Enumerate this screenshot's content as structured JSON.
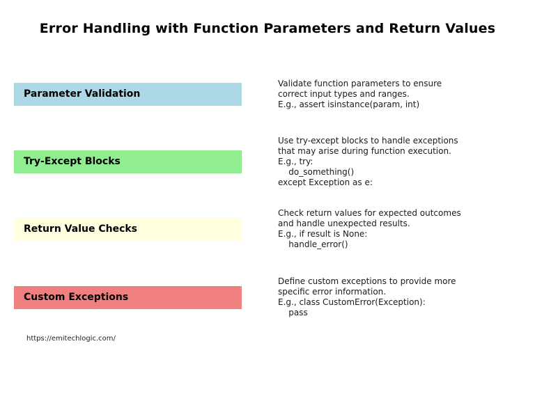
{
  "title": "Error Handling with Function Parameters and Return Values",
  "sections": [
    {
      "label": "Parameter Validation",
      "color": "#ADD8E6",
      "description": "Validate function parameters to ensure\ncorrect input types and ranges.\nE.g., assert isinstance(param, int)"
    },
    {
      "label": "Try-Except Blocks",
      "color": "#90EE90",
      "description": "Use try-except blocks to handle exceptions\nthat may arise during function execution.\nE.g., try:\n    do_something()\nexcept Exception as e:"
    },
    {
      "label": "Return Value Checks",
      "color": "#FFFFE0",
      "description": "Check return values for expected outcomes\nand handle unexpected results.\nE.g., if result is None:\n    handle_error()"
    },
    {
      "label": "Custom Exceptions",
      "color": "#F08080",
      "description": "Define custom exceptions to provide more\nspecific error information.\nE.g., class CustomError(Exception):\n    pass"
    }
  ],
  "footer": {
    "url": "https://emitechlogic.com/"
  }
}
